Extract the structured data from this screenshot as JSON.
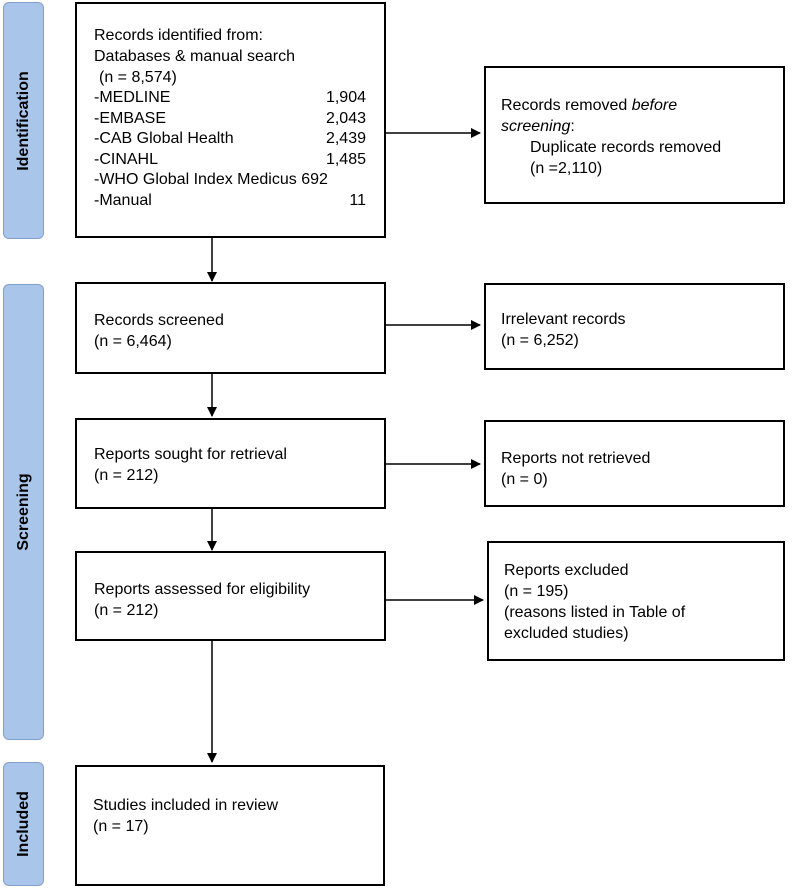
{
  "phases": {
    "identification": "Identification",
    "screening": "Screening",
    "included": "Included"
  },
  "identification": {
    "heading": "Records identified from:",
    "subheading": "Databases & manual search",
    "total": "(n = 8,574)",
    "sources": [
      {
        "name": "-MEDLINE",
        "count": "1,904"
      },
      {
        "name": "-EMBASE",
        "count": "2,043"
      },
      {
        "name": "-CAB Global Health",
        "count": "2,439"
      },
      {
        "name": "-CINAHL",
        "count": "1,485"
      },
      {
        "name": "-WHO Global Index Medicus",
        "count": "692"
      },
      {
        "name": "-Manual",
        "count": "11"
      }
    ]
  },
  "removed": {
    "prefix": "Records removed ",
    "emph1": "before",
    "emph2": "screening",
    "suffix": ":",
    "line2": "Duplicate records removed",
    "line3": "(n =2,110)"
  },
  "screened": {
    "line1": "Records screened",
    "line2": "(n = 6,464)"
  },
  "irrelevant": {
    "line1": "Irrelevant records",
    "line2": "(n = 6,252)"
  },
  "sought": {
    "line1": "Reports sought for retrieval",
    "line2": "(n = 212)"
  },
  "not_retrieved": {
    "line1": "Reports not retrieved",
    "line2": "(n = 0)"
  },
  "assessed": {
    "line1": "Reports assessed for eligibility",
    "line2": "(n = 212)"
  },
  "excluded": {
    "line1": "Reports excluded",
    "line2": "(n = 195)",
    "line3": "(reasons listed in Table of",
    "line4": "excluded studies)"
  },
  "included": {
    "line1": "Studies included in review",
    "line2": "(n = 17)"
  }
}
